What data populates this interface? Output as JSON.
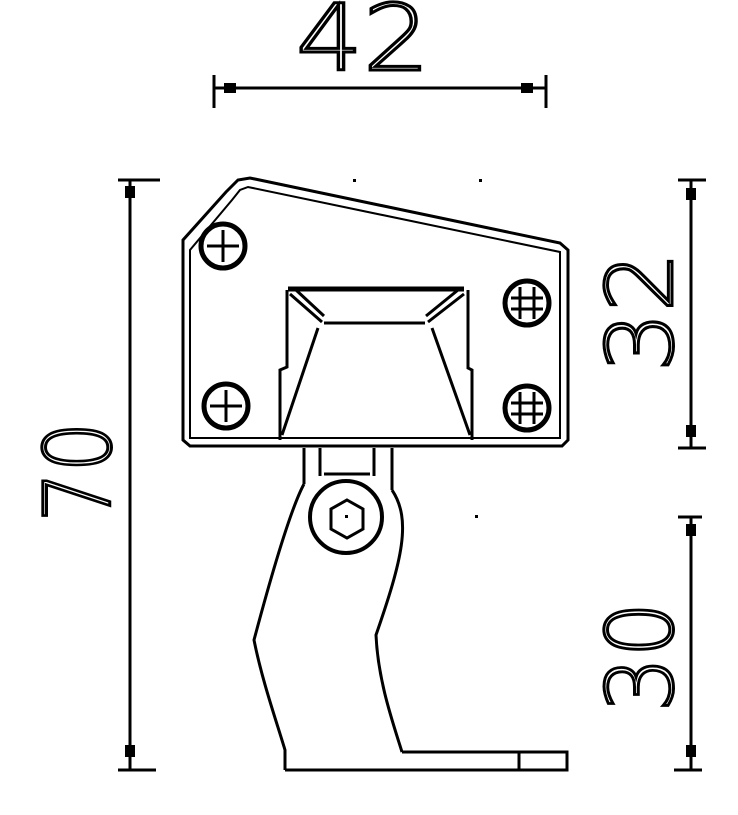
{
  "drawing": {
    "title": "Spotlight fixture with mounting bracket - front elevation",
    "line_color": "#000000",
    "background": "#ffffff"
  },
  "dimensions": {
    "width_top": {
      "label": "42",
      "orientation": "horizontal"
    },
    "height_total": {
      "label": "70",
      "orientation": "vertical"
    },
    "height_head": {
      "label": "32",
      "orientation": "vertical"
    },
    "height_bracket": {
      "label": "30",
      "orientation": "vertical"
    }
  },
  "parts": {
    "housing": "lamp-housing",
    "lens": "front-lens",
    "screws": [
      "screw-top-left",
      "screw-top-right",
      "screw-bottom-left",
      "screw-bottom-right"
    ],
    "pivot": "pivot-bolt",
    "bracket": "mounting-bracket",
    "base": "base-plate"
  }
}
